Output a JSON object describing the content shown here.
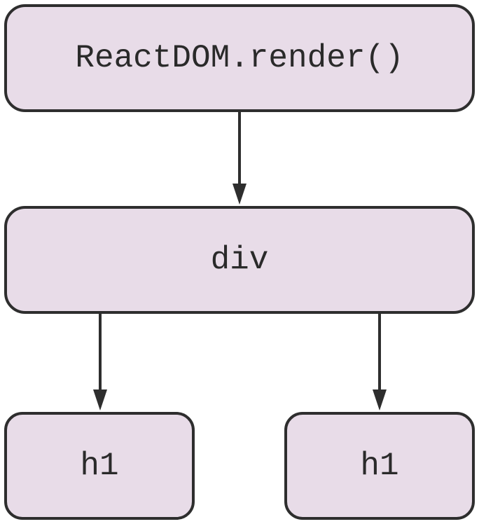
{
  "colors": {
    "node_fill": "#e8dce8",
    "node_border": "#2e2e2e",
    "arrow": "#2e2e2e",
    "text": "#2a2a2a"
  },
  "nodes": {
    "root": "ReactDOM.render()",
    "container": "div",
    "child_left": "h1",
    "child_right": "h1"
  },
  "edges": [
    {
      "from": "root",
      "to": "container"
    },
    {
      "from": "container",
      "to": "child_left"
    },
    {
      "from": "container",
      "to": "child_right"
    }
  ]
}
